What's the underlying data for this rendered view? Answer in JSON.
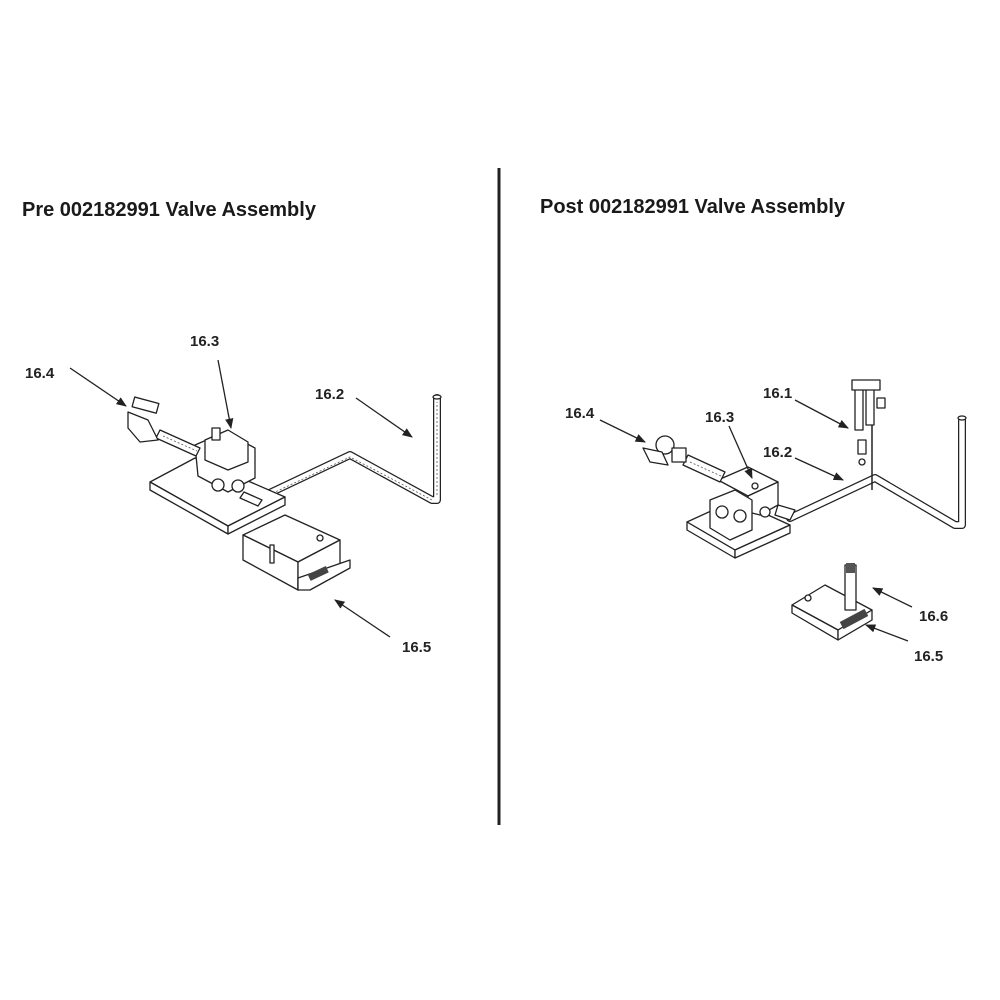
{
  "left": {
    "title": "Pre 002182991 Valve Assembly",
    "labels": {
      "p164": "16.4",
      "p163": "16.3",
      "p162": "16.2",
      "p165": "16.5"
    }
  },
  "right": {
    "title": "Post 002182991 Valve Assembly",
    "labels": {
      "p164": "16.4",
      "p163": "16.3",
      "p161": "16.1",
      "p162": "16.2",
      "p166": "16.6",
      "p165": "16.5"
    }
  }
}
